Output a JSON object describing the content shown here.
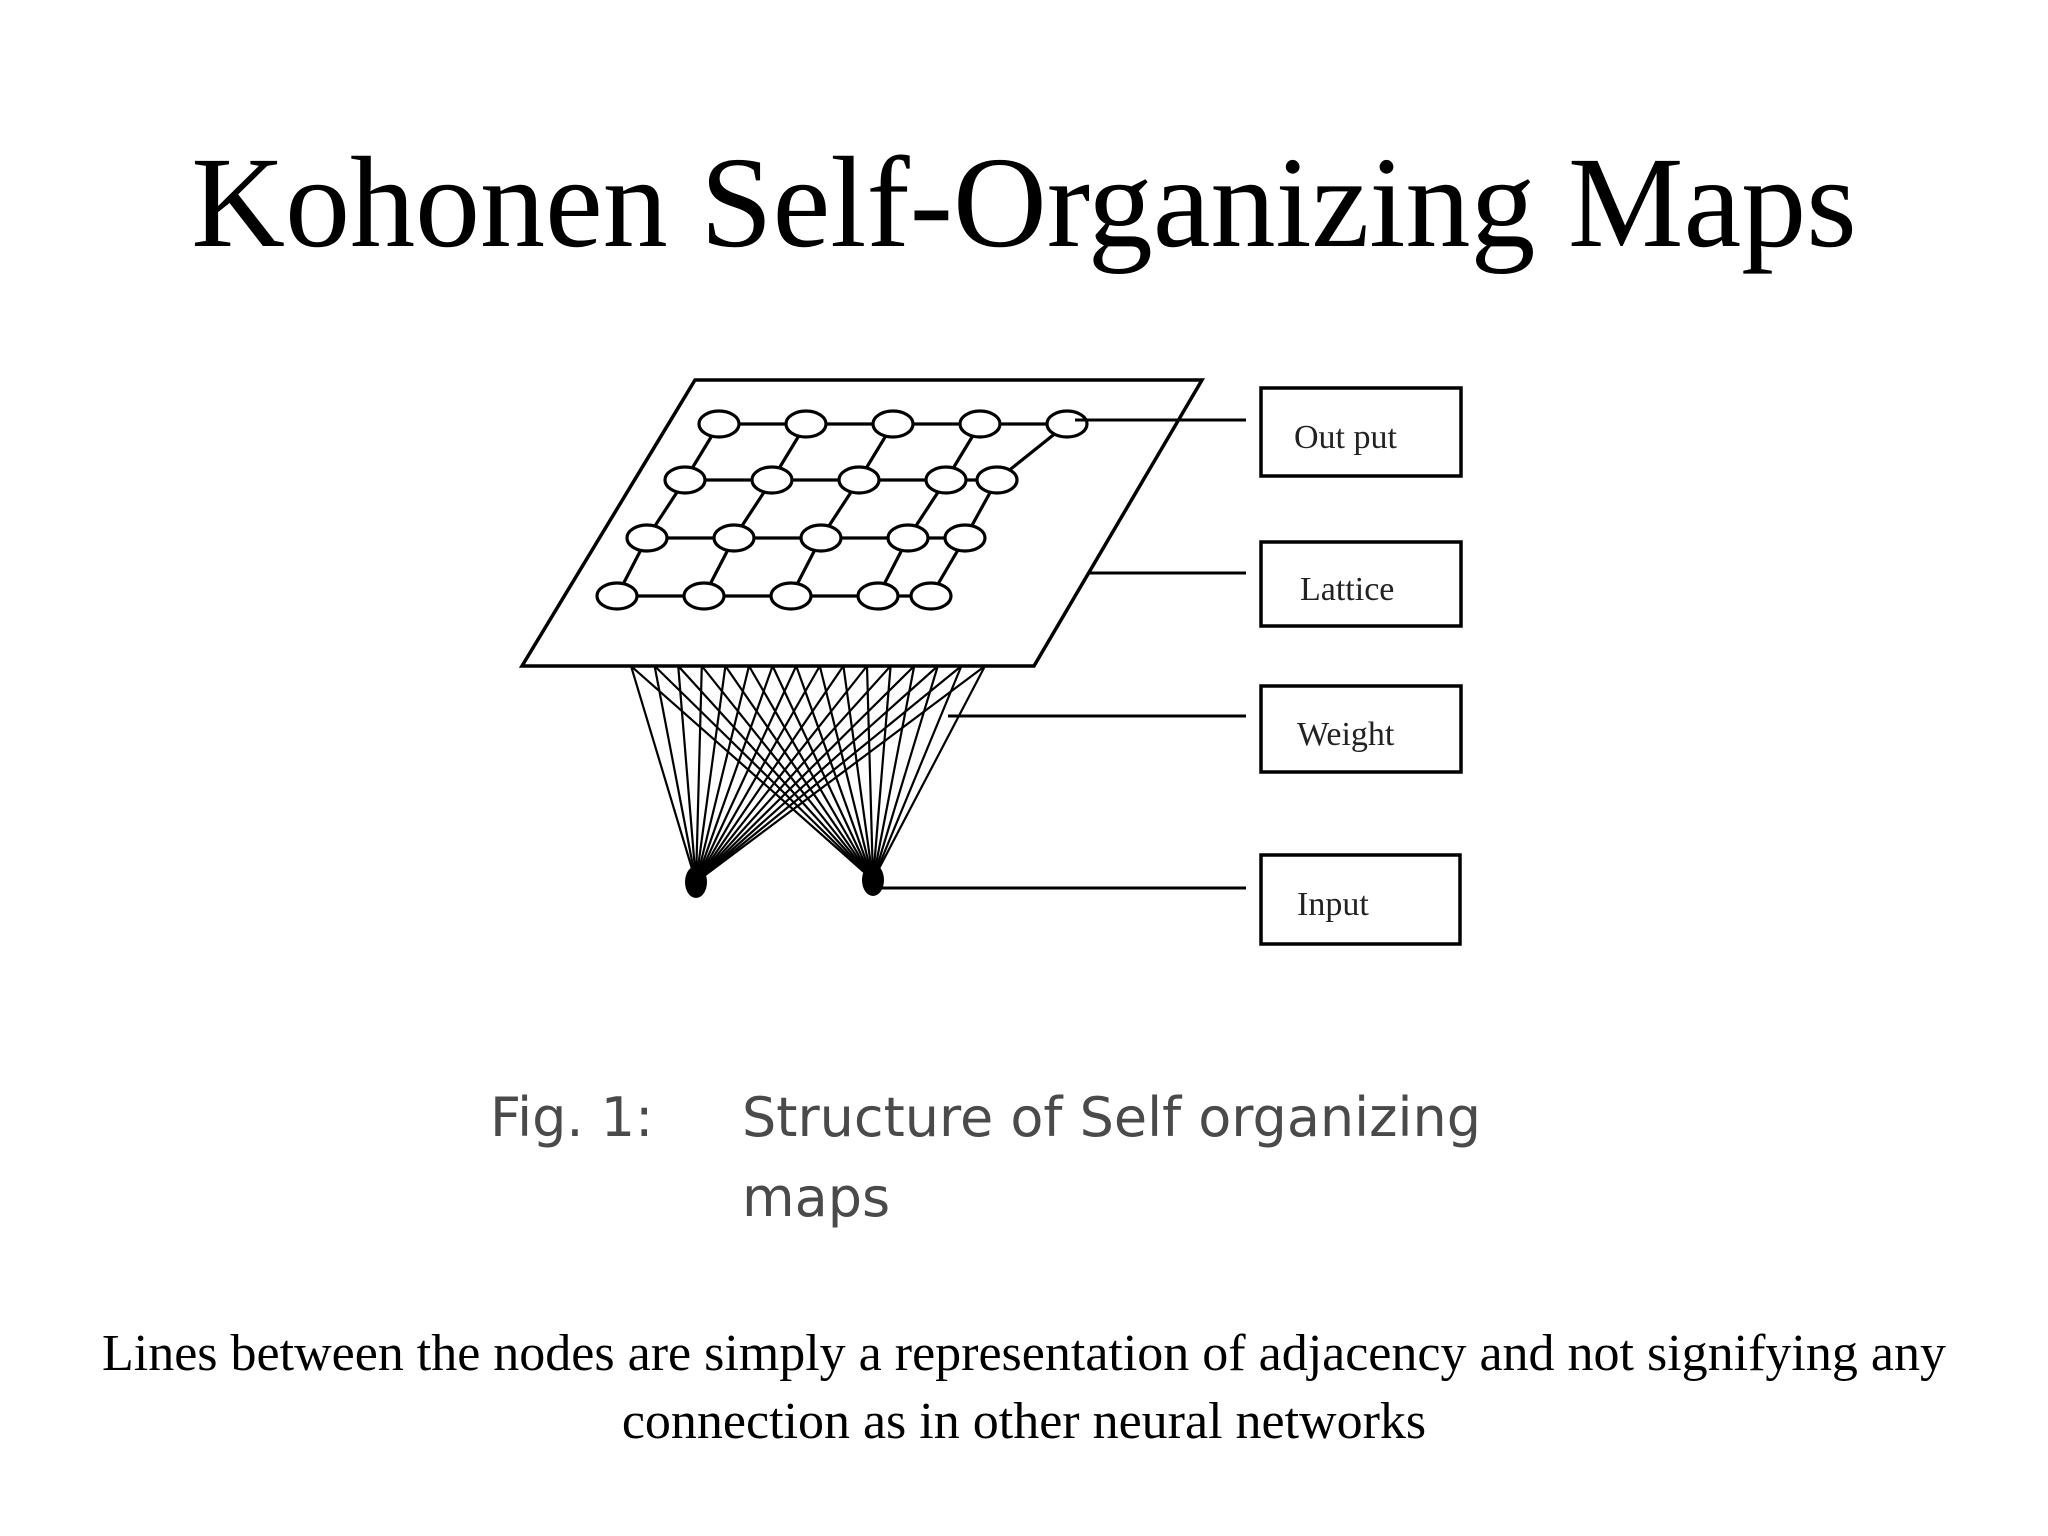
{
  "slide": {
    "title": "Kohonen Self-Organizing Maps",
    "footnote": "Lines between the nodes are simply a representation of adjacency and not signifying any connection as in other neural networks"
  },
  "diagram": {
    "labels": {
      "output": "Out put",
      "lattice": "Lattice",
      "weight": "Weight",
      "input": "Input"
    },
    "lattice_rows": 4,
    "lattice_cols": 5,
    "input_nodes": 2
  },
  "caption": {
    "number": "Fig. 1:",
    "text": "Structure of Self organizing maps"
  }
}
